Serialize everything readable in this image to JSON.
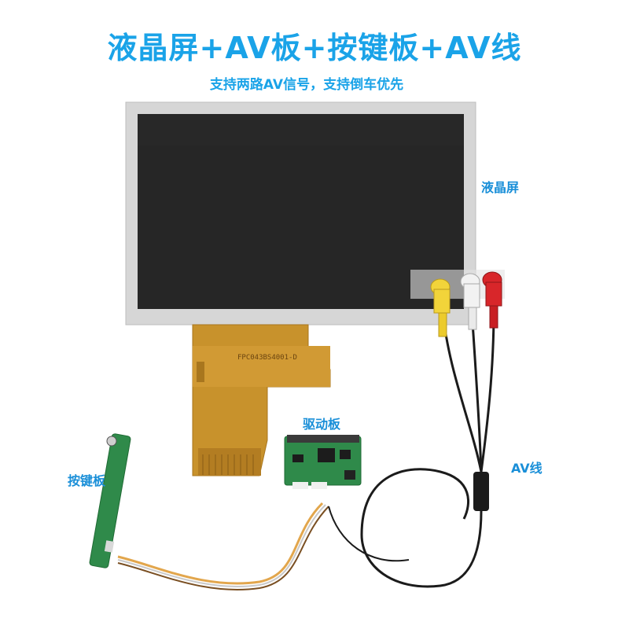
{
  "title": "液晶屏+AV板+按键板+AV线",
  "subtitle": "支持两路AV信号，支持倒车优先",
  "labels": {
    "lcd": "液晶屏",
    "driver_board": "驱动板",
    "key_board": "按键板",
    "av_cable": "AV线"
  },
  "fpc_text": "FPC043BS4001-D",
  "colors": {
    "accent": "#1aa3e8",
    "screen_frame": "#d4d4d4",
    "screen_glass": "#262626",
    "fpc": "#c8922c",
    "pcb": "#2f8a4a",
    "rca_yellow": "#f2d43a",
    "rca_white": "#f2f2f2",
    "rca_red": "#d8262a"
  }
}
